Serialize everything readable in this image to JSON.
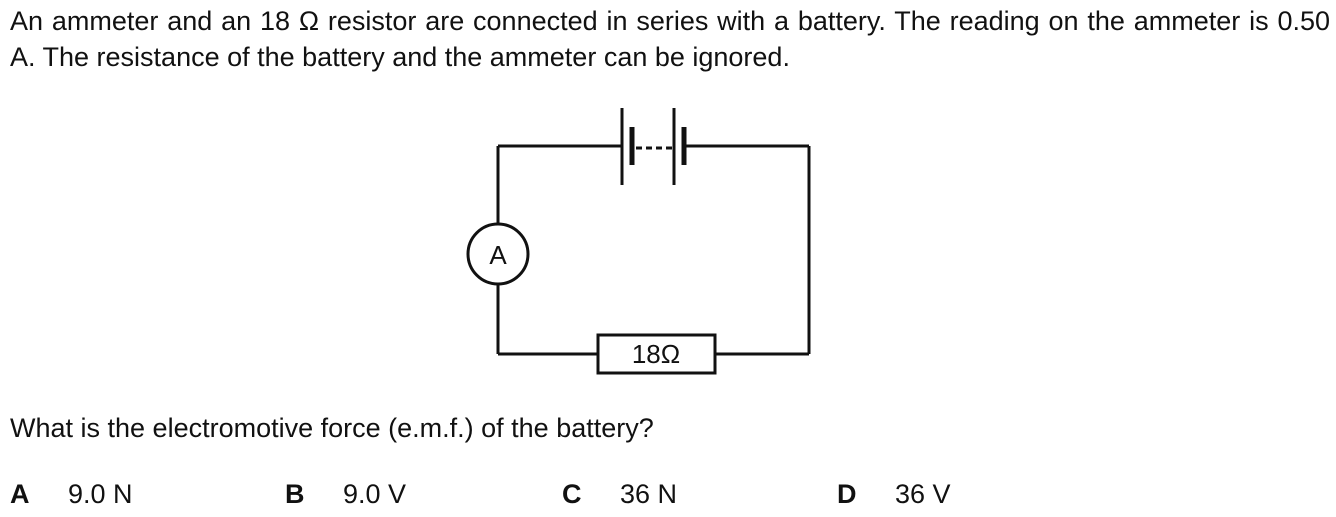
{
  "intro_text": "An ammeter and an 18 Ω resistor are connected in series with a battery. The reading on the ammeter is 0.50 A. The resistance of the battery and the ammeter can be ignored.",
  "circuit": {
    "ammeter_label": "A",
    "resistor_label": "18Ω"
  },
  "question_text": "What is the electromotive force (e.m.f.) of the battery?",
  "options": [
    {
      "letter": "A",
      "value": "9.0 N"
    },
    {
      "letter": "B",
      "value": "9.0 V"
    },
    {
      "letter": "C",
      "value": "36 N"
    },
    {
      "letter": "D",
      "value": "36 V"
    }
  ]
}
